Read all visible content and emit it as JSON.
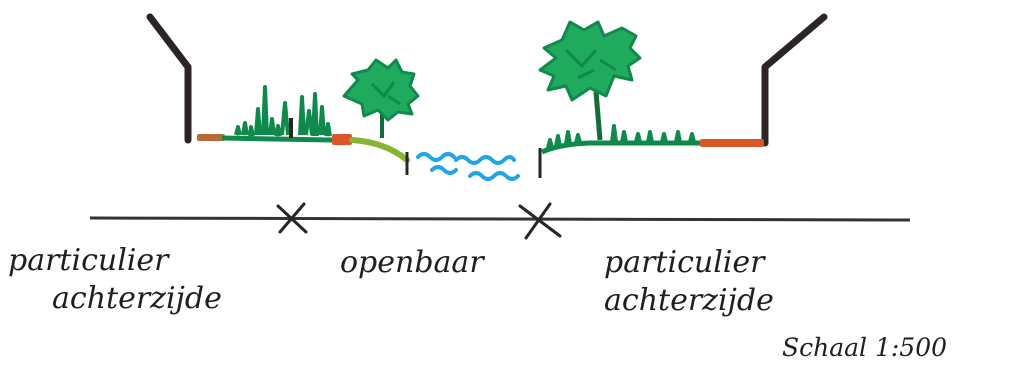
{
  "labels": {
    "left_zone_line1": "particulier",
    "left_zone_line2": "achterzijde",
    "middle_zone": "openbaar",
    "right_zone_line1": "particulier",
    "right_zone_line2": "achterzijde",
    "scale": "Schaal 1:500"
  },
  "colors": {
    "ink": "#2a2424",
    "green_dark": "#0f8a4c",
    "green_light": "#1faa5e",
    "trunk": "#146b3a",
    "water": "#21a6e3",
    "orange": "#d9562a",
    "brown": "#b86a3d",
    "lime": "#86b534",
    "line": "#333333"
  },
  "icons": {
    "left_wall": "wall-icon",
    "right_wall": "wall-icon",
    "left_tree": "tree-icon",
    "right_tree": "tree-icon",
    "water": "water-icon",
    "boundary_markers": "x-marker-icon"
  }
}
